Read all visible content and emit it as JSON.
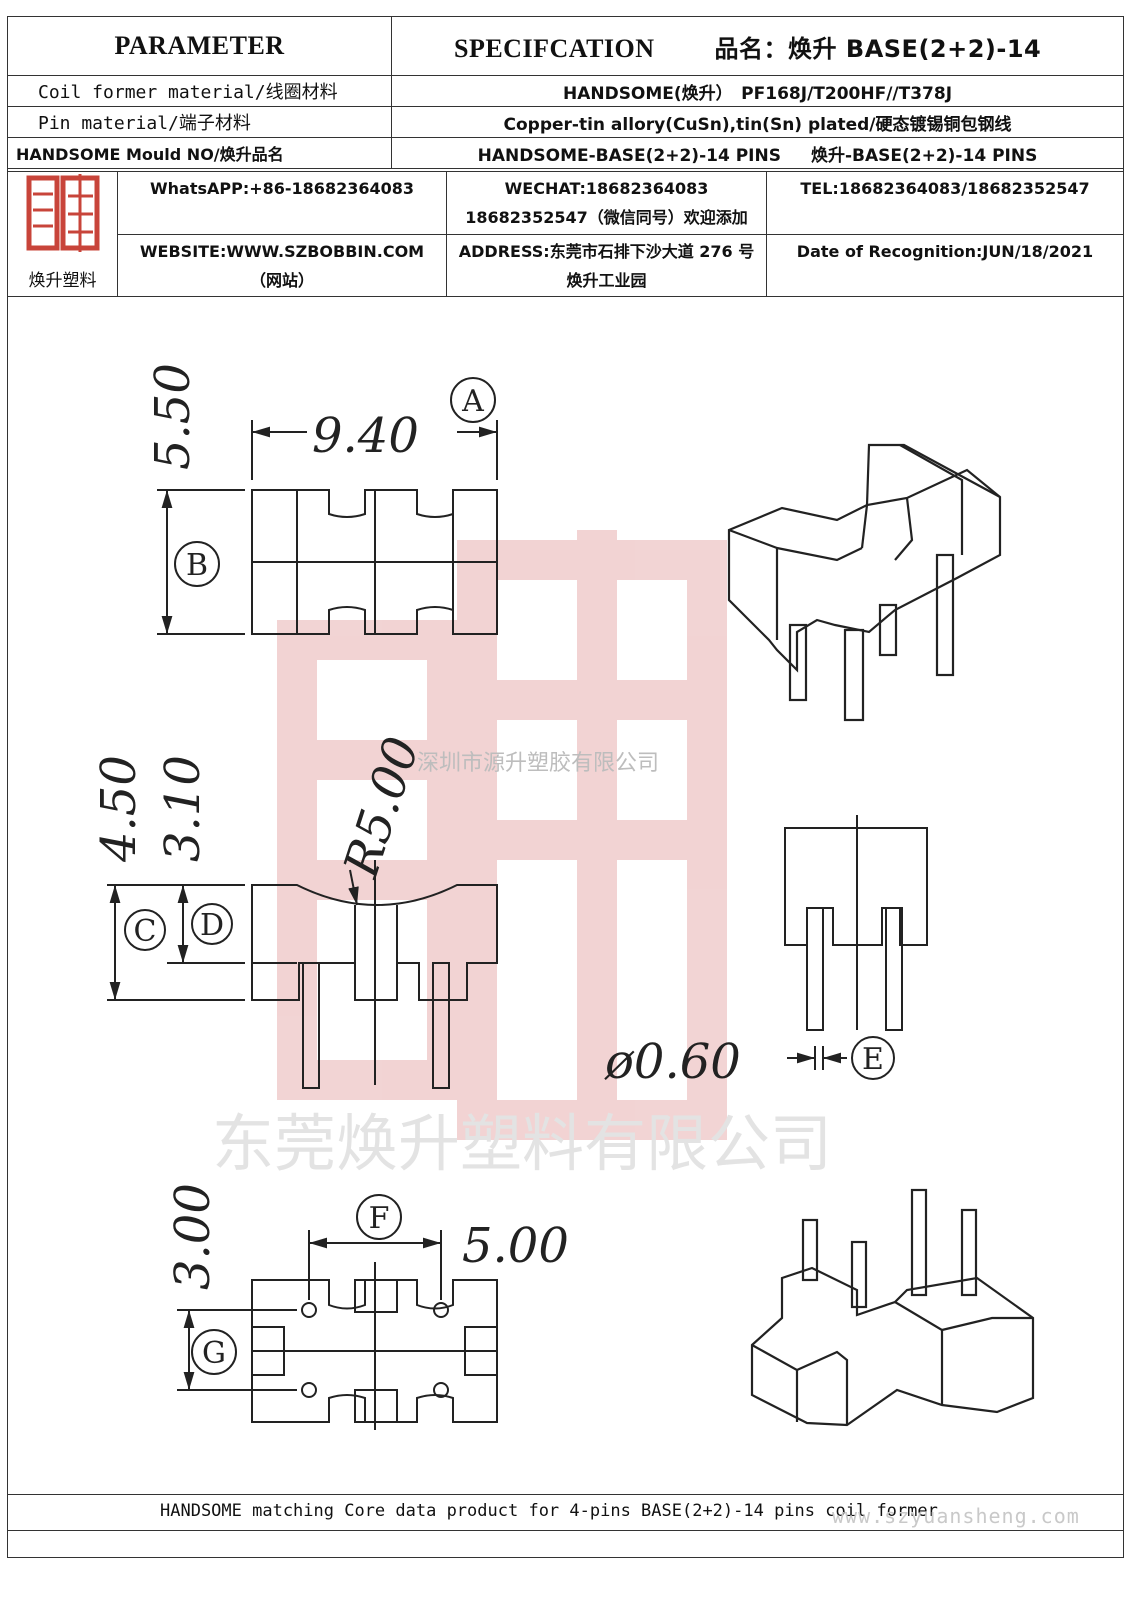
{
  "header": {
    "parameter": "PARAMETER",
    "specification": "SPECIFCATION",
    "product_name": "品名：焕升 BASE(2+2)-14"
  },
  "rows": [
    {
      "label": "Coil former material/线圈材料",
      "value": "HANDSOME(焕升）　PF168J/T200HF//T378J"
    },
    {
      "label": "Pin material/端子材料",
      "value": "Copper-tin allory(CuSn),tin(Sn) plated/硬态镀锡铜包钢线"
    },
    {
      "label": "HANDSOME Mould NO/焕升品名",
      "value_a": "HANDSOME-BASE(2+2)-14 PINS",
      "value_b": "焕升-BASE(2+2)-14 PINS"
    }
  ],
  "contact": {
    "logo_text": "焕升塑料",
    "whatsapp": "WhatsAPP:+86-18682364083",
    "wechat": "WECHAT:18682364083 18682352547（微信同号）欢迎添加",
    "tel": "TEL:18682364083/18682352547",
    "website": "WEBSITE:WWW.SZBOBBIN.COM（网站）",
    "address": "ADDRESS:东莞市石排下沙大道 276 号焕升工业园",
    "date": "Date of Recognition:JUN/18/2021"
  },
  "dimensions": {
    "a": "9.40",
    "b": "5.50",
    "c": "4.50",
    "d": "3.10",
    "r": "R5.00",
    "e": "ø0.60",
    "f": "5.00",
    "g": "3.00",
    "labels": [
      "A",
      "B",
      "C",
      "D",
      "E",
      "F",
      "G"
    ]
  },
  "watermarks": {
    "w1": "深圳市源升塑胶有限公司",
    "w2": "东莞焕升塑料有限公司"
  },
  "footer": {
    "text": "HANDSOME matching Core data  product for 4-pins BASE(2+2)-14 pins coil former",
    "url": "www.szyuansheng.com"
  }
}
